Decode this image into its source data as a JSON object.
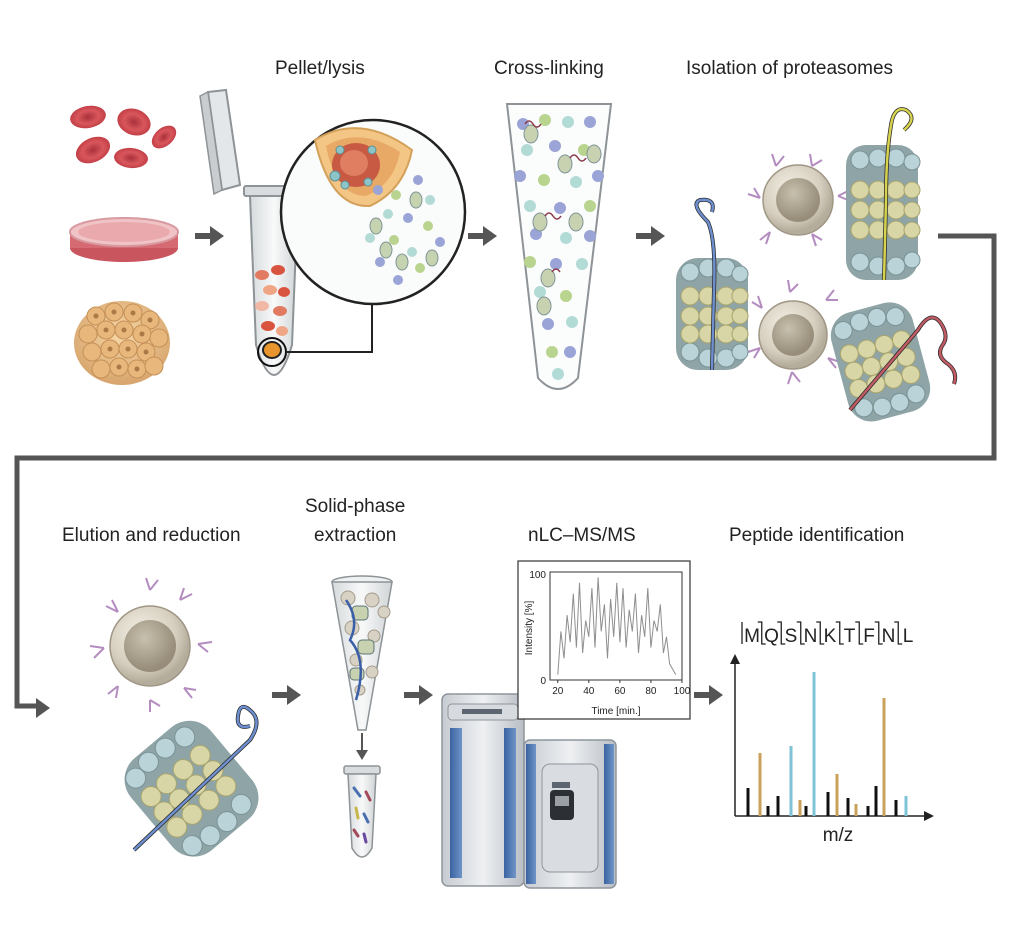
{
  "steps": {
    "pellet_lysis": "Pellet/lysis",
    "cross_linking": "Cross-linking",
    "isolation": "Isolation of proteasomes",
    "elution": "Elution and reduction",
    "spe_line1": "Solid-phase",
    "spe_line2": "extraction",
    "nlc": "nLC–MS/MS",
    "peptide_id": "Peptide identification"
  },
  "peptide_sequence": [
    "M",
    "Q",
    "S",
    "N",
    "K",
    "T",
    "F",
    "N",
    "L"
  ],
  "spectrum_xlabel": "m/z",
  "chromatogram": {
    "xlabel": "Time [min.]",
    "ylabel": "Intensity [%]",
    "x_ticks": [
      "20",
      "40",
      "60",
      "80",
      "100"
    ],
    "y_ticks": [
      "0",
      "100"
    ]
  },
  "colors": {
    "arrow": "#555555",
    "rbc": "#c8454c",
    "proteasome_outer": "#7f9497",
    "proteasome_light": "#b9d3d8",
    "proteasome_inner": "#d4d2a0",
    "bead": "#d8d2c4",
    "antibody": "#b48cc0",
    "peak_black": "#111111",
    "peak_gold": "#c9a15a",
    "peak_blue": "#7fc3d8"
  },
  "chart_data": {
    "type": "line",
    "title": "",
    "xlabel": "Time [min.]",
    "ylabel": "Intensity [%]",
    "xlim": [
      15,
      100
    ],
    "ylim": [
      0,
      100
    ],
    "series": [
      {
        "x": [
          20,
          22,
          24,
          26,
          28,
          30,
          32,
          34,
          36,
          38,
          40,
          42,
          44,
          46,
          48,
          50,
          52,
          54,
          56,
          58,
          60,
          62,
          64,
          66,
          68,
          70,
          72,
          74,
          76,
          78,
          80,
          82,
          84,
          86,
          88,
          90,
          92,
          94,
          96
        ],
        "y": [
          5,
          45,
          20,
          60,
          35,
          80,
          30,
          90,
          25,
          55,
          40,
          85,
          30,
          95,
          45,
          70,
          20,
          75,
          40,
          90,
          35,
          85,
          30,
          65,
          45,
          80,
          25,
          60,
          40,
          85,
          30,
          55,
          45,
          70,
          25,
          40,
          15,
          10,
          5
        ]
      }
    ]
  }
}
